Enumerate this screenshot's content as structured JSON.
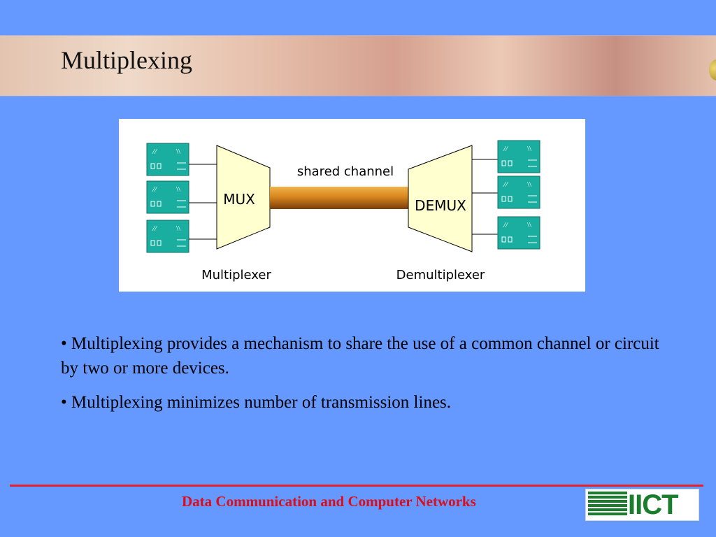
{
  "slide": {
    "title": "Multiplexing",
    "diagram": {
      "mux_label": "MUX",
      "demux_label": "DEMUX",
      "channel_label": "shared channel",
      "mux_caption": "Multiplexer",
      "demux_caption": "Demultiplexer"
    },
    "bullets": [
      "Multiplexing provides a mechanism to share the use of a common channel or circuit by two or more devices.",
      "Multiplexing minimizes number of transmission lines."
    ],
    "footer": "Data Communication and Computer Networks",
    "logo_text": "IICT"
  },
  "colors": {
    "background": "#6699ff",
    "footer_text": "#d90f1b",
    "footer_rule": "#e0232b",
    "device": "#1aaea0",
    "mux_fill": "#ffffd0",
    "channel": "#cc7a1a",
    "logo_green": "#1a7d2c"
  }
}
